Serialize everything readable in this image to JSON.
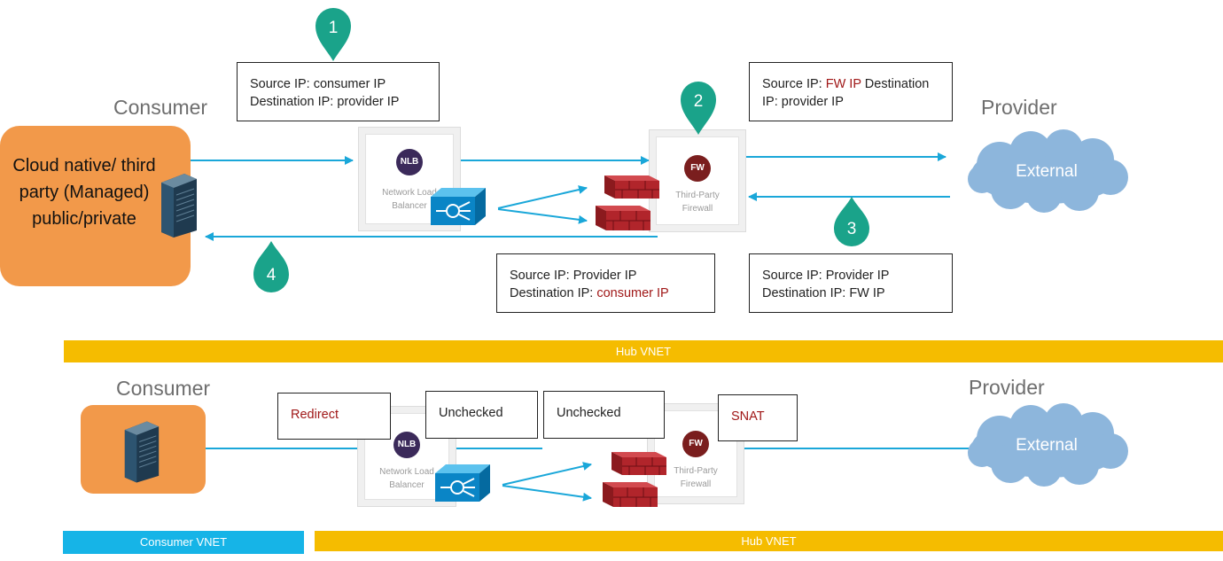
{
  "top": {
    "consumer_label": "Consumer",
    "provider_label": "Provider",
    "consumer_box_text": "Cloud native/ third party (Managed) public/private",
    "box1": {
      "line1": "Source IP: consumer IP",
      "line2": "Destination IP: provider IP"
    },
    "box2": {
      "line1_prefix": "Source IP: ",
      "line1_red": "FW IP",
      "line1_suffix": " Destination",
      "line2": "IP: provider IP"
    },
    "box3": {
      "line1": "Source IP: Provider IP",
      "line2_prefix": "Destination IP: ",
      "line2_red": "consumer IP"
    },
    "box4": {
      "line1": "Source IP: Provider IP",
      "line2": "Destination IP: FW IP"
    },
    "nlb": {
      "badge": "NLB",
      "line1": "Network Load",
      "line2": "Balancer"
    },
    "fw": {
      "badge": "FW",
      "line1": "Third-Party",
      "line2": "Firewall"
    },
    "external": "External",
    "markers": [
      "1",
      "2",
      "3",
      "4"
    ]
  },
  "bottom": {
    "consumer_label": "Consumer",
    "provider_label": "Provider",
    "redirect": "Redirect",
    "unchecked1": "Unchecked",
    "unchecked2": "Unchecked",
    "snat": "SNAT",
    "nlb": {
      "badge": "NLB",
      "line1": "Network Load",
      "line2": "Balancer"
    },
    "fw": {
      "badge": "FW",
      "line1": "Third-Party",
      "line2": "Firewall"
    },
    "external": "External"
  },
  "bars": {
    "hub_top": "Hub VNET",
    "consumer_vnet": "Consumer VNET",
    "hub_bottom": "Hub VNET"
  },
  "colors": {
    "marker": "#1aa38a",
    "arrow": "#1aa7d9",
    "consumer": "#f2994a",
    "hub": "#f5bc00",
    "consumer_vnet": "#16b4e7",
    "cloud": "#8db6dc",
    "firewall": "#b1252b"
  }
}
